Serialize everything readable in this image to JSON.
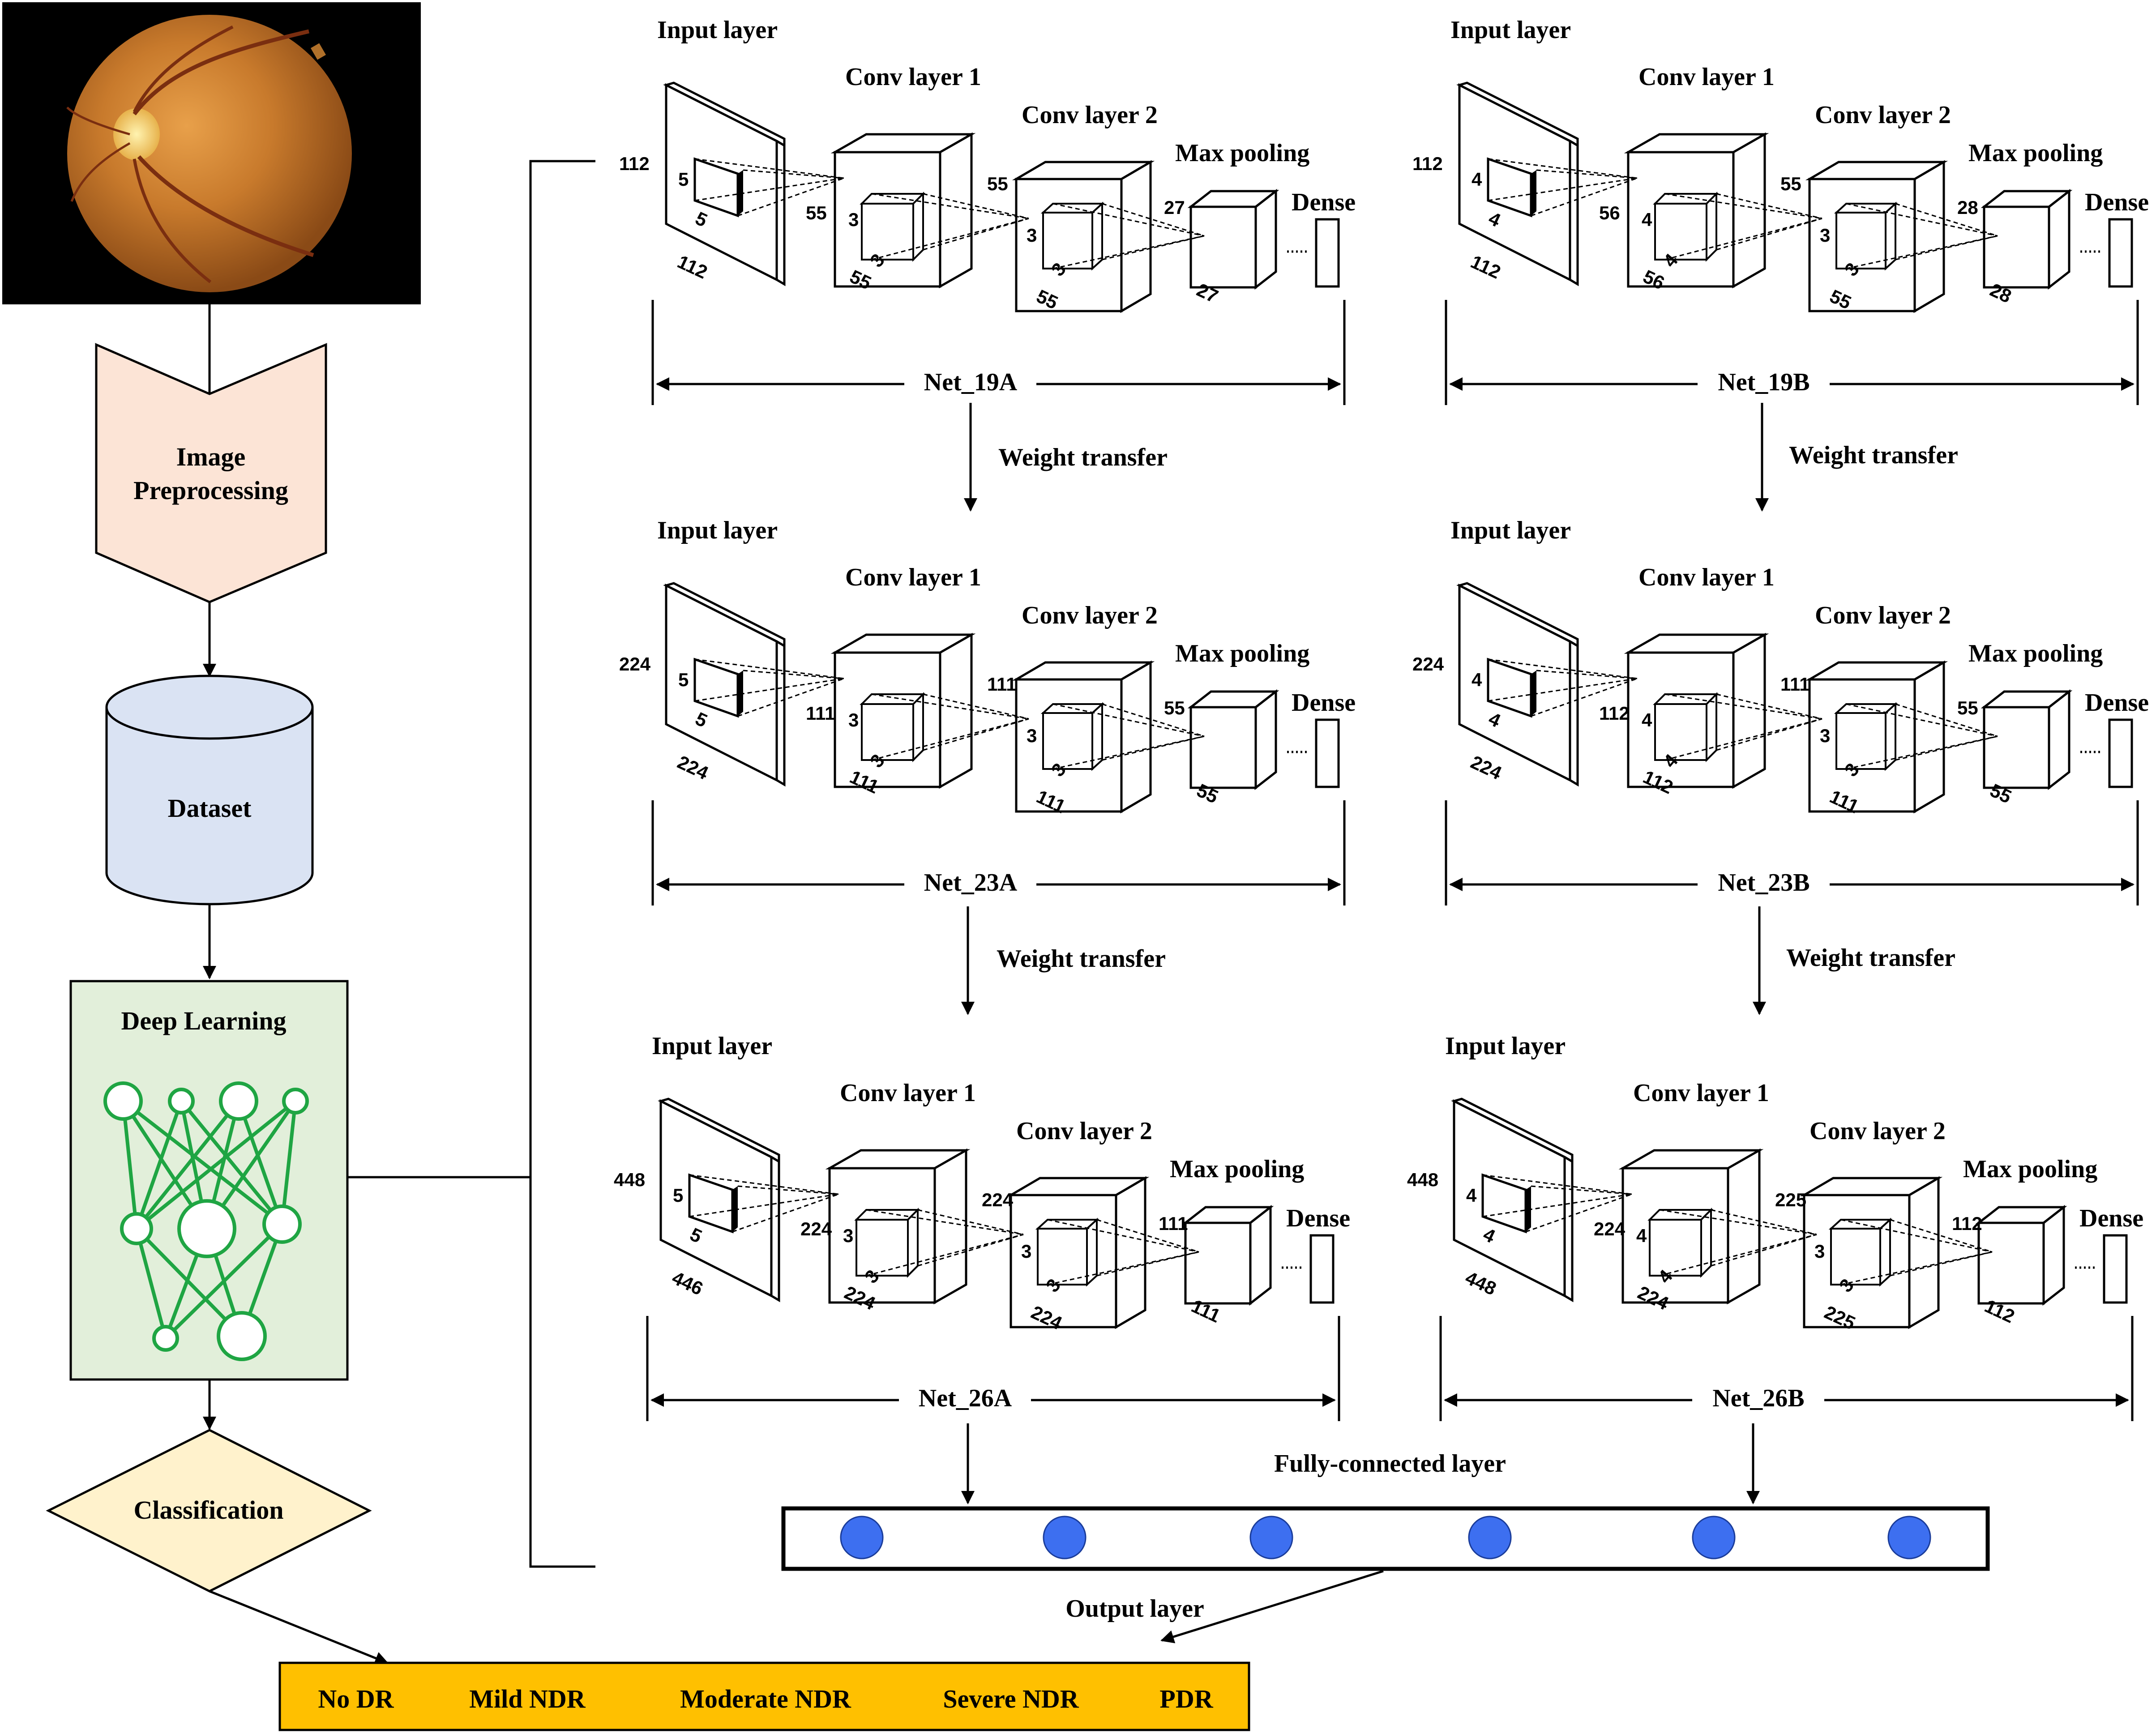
{
  "pipeline": {
    "preprocessing": "Image Preprocessing",
    "preprocessing_lines": [
      "Image",
      "Preprocessing"
    ],
    "dataset": "Dataset",
    "deep_learning": "Deep Learning",
    "classification": "Classification"
  },
  "layer_labels": {
    "input": "Input layer",
    "conv1": "Conv layer 1",
    "conv2": "Conv layer 2",
    "pool": "Max pooling",
    "dense": "Dense"
  },
  "weight_transfer": "Weight transfer",
  "fc_label": "Fully-connected layer",
  "output_label": "Output layer",
  "classes": [
    "No DR",
    "Mild NDR",
    "Moderate NDR",
    "Severe NDR",
    "PDR"
  ],
  "nets": [
    {
      "name": "Net_19A",
      "in_side": "112",
      "in_bottom": "112",
      "k": "5",
      "k2": "5",
      "c1_left": "55",
      "c1_bottom": "55",
      "ck": "3",
      "ck2": "3",
      "c2_left": "55",
      "c2_bottom": "55",
      "c2k": "3",
      "c2k2": "3",
      "mp_left": "27",
      "mp_bottom": "27"
    },
    {
      "name": "Net_19B",
      "in_side": "112",
      "in_bottom": "112",
      "k": "4",
      "k2": "4",
      "c1_left": "56",
      "c1_bottom": "56",
      "ck": "4",
      "ck2": "4",
      "c2_left": "55",
      "c2_bottom": "55",
      "c2k": "3",
      "c2k2": "3",
      "mp_left": "28",
      "mp_bottom": "28"
    },
    {
      "name": "Net_23A",
      "in_side": "224",
      "in_bottom": "224",
      "k": "5",
      "k2": "5",
      "c1_left": "111",
      "c1_bottom": "111",
      "ck": "3",
      "ck2": "3",
      "c2_left": "111",
      "c2_bottom": "111",
      "c2k": "3",
      "c2k2": "3",
      "mp_left": "55",
      "mp_bottom": "55"
    },
    {
      "name": "Net_23B",
      "in_side": "224",
      "in_bottom": "224",
      "k": "4",
      "k2": "4",
      "c1_left": "112",
      "c1_bottom": "112",
      "ck": "4",
      "ck2": "4",
      "c2_left": "111",
      "c2_bottom": "111",
      "c2k": "3",
      "c2k2": "3",
      "mp_left": "55",
      "mp_bottom": "55"
    },
    {
      "name": "Net_26A",
      "in_side": "448",
      "in_bottom": "446",
      "k": "5",
      "k2": "5",
      "c1_left": "224",
      "c1_bottom": "224",
      "ck": "3",
      "ck2": "3",
      "c2_left": "224",
      "c2_bottom": "224",
      "c2k": "3",
      "c2k2": "3",
      "mp_left": "111",
      "mp_bottom": "111"
    },
    {
      "name": "Net_26B",
      "in_side": "448",
      "in_bottom": "448",
      "k": "4",
      "k2": "4",
      "c1_left": "224",
      "c1_bottom": "224",
      "ck": "4",
      "ck2": "4",
      "c2_left": "225",
      "c2_bottom": "225",
      "c2k": "3",
      "c2k2": "3",
      "mp_left": "112",
      "mp_bottom": "112"
    }
  ],
  "colors": {
    "preprocessing_fill": "#FCE4D6",
    "dataset_fill": "#DAE3F3",
    "deep_learning_fill": "#E2EFDA",
    "deep_learning_net": "#1FA543",
    "classification_fill": "#FFF2CC",
    "output_fill": "#FFC000",
    "fc_node": "#3D6FF0"
  }
}
